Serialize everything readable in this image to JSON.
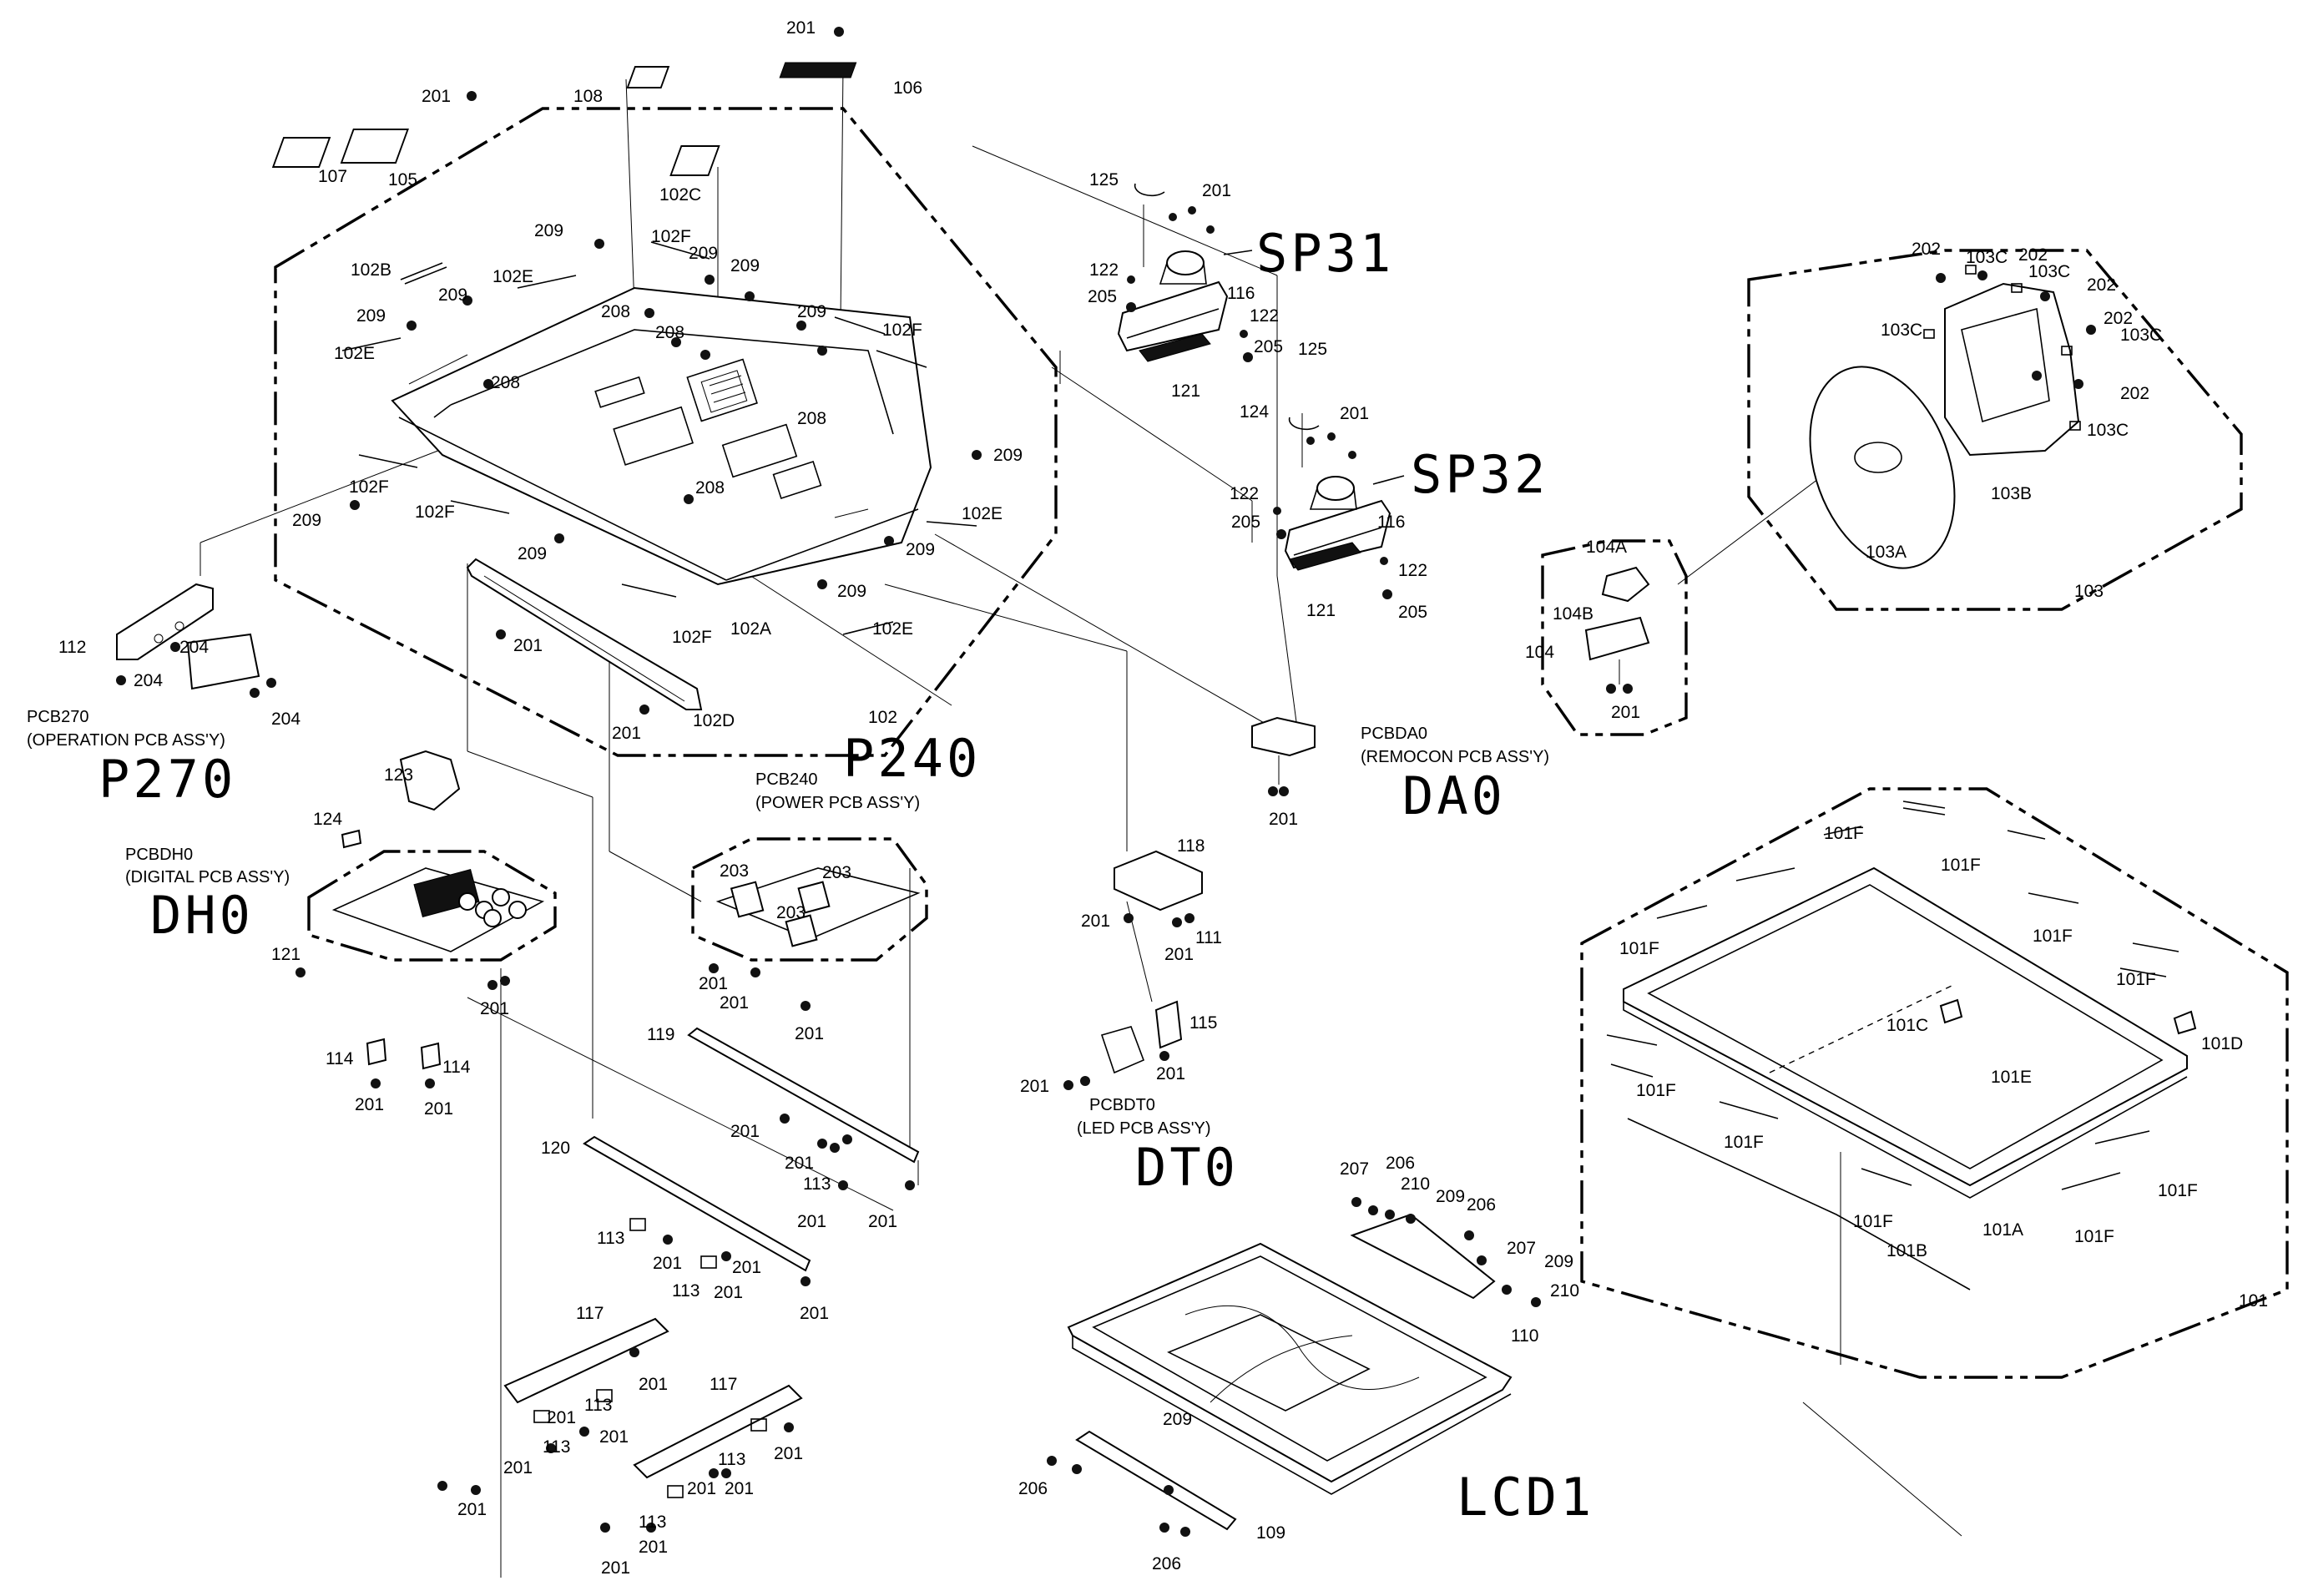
{
  "assemblies": {
    "main_frame": "101",
    "rear_cover": "102",
    "stand_base": "103",
    "stand_neck": "104"
  },
  "boards": {
    "operation": {
      "code": "PCB270",
      "desc": "(OPERATION PCB ASS'Y)",
      "mark": "P270"
    },
    "power": {
      "code": "PCB240",
      "desc": "(POWER PCB ASS'Y)",
      "mark": "P240"
    },
    "digital": {
      "code": "PCBDH0",
      "desc": "(DIGITAL PCB ASS'Y)",
      "mark": "DH0"
    },
    "remocon": {
      "code": "PCBDA0",
      "desc": "(REMOCON PCB ASS'Y)",
      "mark": "DA0"
    },
    "led": {
      "code": "PCBDT0",
      "desc": "(LED PCB ASS'Y)",
      "mark": "DT0"
    }
  },
  "marks": {
    "speaker_right": "SP31",
    "speaker_left": "SP32",
    "lcd": "LCD1"
  },
  "part_labels": {
    "p201a": "201",
    "p106": "106",
    "p201b": "201",
    "p108": "108",
    "p107": "107",
    "p105": "105",
    "p102c": "102C",
    "p209a": "209",
    "p102fa": "102F",
    "p209b": "209",
    "p209c": "209",
    "p102b": "102B",
    "p102ea": "102E",
    "p209d": "209",
    "p208a": "208",
    "p209e": "209",
    "p102eb": "102E",
    "p208b": "208",
    "p209f": "209",
    "p102fb": "102F",
    "p208c": "208",
    "p208d": "208",
    "p208e": "208",
    "p209g": "209",
    "p102fc": "102F",
    "p102fd": "102F",
    "p209h": "209",
    "p102ec": "102E",
    "p209i": "209",
    "p209j": "209",
    "p209k": "209",
    "p102fe": "102F",
    "p102a": "102A",
    "p102ed": "102E",
    "p201c": "201",
    "p201d": "201",
    "p102d": "102D",
    "p112": "112",
    "p204a": "204",
    "p204b": "204",
    "p204c": "204",
    "p125a": "125",
    "p201e": "201",
    "p122a": "122",
    "p205a": "205",
    "p116a": "116",
    "p122b": "122",
    "p205b": "205",
    "p125b": "125",
    "p121a": "121",
    "p124a": "124",
    "p201f": "201",
    "p122c": "122",
    "p205c": "205",
    "p116b": "116",
    "p122d": "122",
    "p121b": "121",
    "p205d": "205",
    "p202a": "202",
    "p103ca": "103C",
    "p202b": "202",
    "p103cb": "103C",
    "p202c": "202",
    "p103cc": "103C",
    "p202d": "202",
    "p103cd": "103C",
    "p202e": "202",
    "p103ce": "103C",
    "p103b": "103B",
    "p103a": "103A",
    "p104a": "104A",
    "p104b": "104B",
    "p201g": "201",
    "p201h": "201",
    "p123": "123",
    "p124b": "124",
    "p121c": "121",
    "p201i": "201",
    "p114a": "114",
    "p114b": "114",
    "p201j": "201",
    "p201k": "201",
    "p203a": "203",
    "p203b": "203",
    "p203c": "203",
    "p201l": "201",
    "p201m": "201",
    "p201n": "201",
    "p118": "118",
    "p201o": "201",
    "p111": "111",
    "p201p": "201",
    "p115": "115",
    "p201q": "201",
    "p201r": "201",
    "p119": "119",
    "p201s": "201",
    "p201t": "201",
    "p113a": "113",
    "p201u": "201",
    "p201v": "201",
    "p120": "120",
    "p113b": "113",
    "p201w": "201",
    "p201x": "201",
    "p113c": "113",
    "p201y": "201",
    "p201z": "201",
    "p117a": "117",
    "p201aa": "201",
    "p113d": "113",
    "p201ab": "201",
    "p201ac": "201",
    "p113e": "113",
    "p201ad": "201",
    "p201ae": "201",
    "p117b": "117",
    "p201af": "201",
    "p113f": "113",
    "p201ag": "201",
    "p201ah": "201",
    "p201ai": "201",
    "p113g": "113",
    "p201aj": "201",
    "p201ak": "201",
    "p207a": "207",
    "p206a": "206",
    "p210a": "210",
    "p209l": "209",
    "p206b": "206",
    "p207b": "207",
    "p209m": "209",
    "p210b": "210",
    "p110": "110",
    "p209n": "209",
    "p206c": "206",
    "p206d": "206",
    "p109": "109",
    "p101fa": "101F",
    "p101fb": "101F",
    "p101fc": "101F",
    "p101fd": "101F",
    "p101fe": "101F",
    "p101c": "101C",
    "p101d": "101D",
    "p101e": "101E",
    "p101ff": "101F",
    "p101fg": "101F",
    "p101fh": "101F",
    "p101fi": "101F",
    "p101a": "101A",
    "p101fj": "101F",
    "p101b": "101B"
  }
}
